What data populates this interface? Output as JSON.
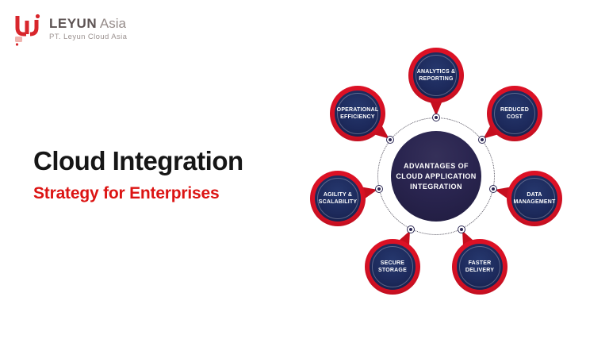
{
  "logo": {
    "brand": "LEYUN",
    "brand_suffix": " Asia",
    "subtitle": "PT. Leyun Cloud Asia"
  },
  "hero": {
    "title": "Cloud Integration",
    "subtitle": "Strategy for Enterprises"
  },
  "diagram": {
    "center": {
      "label": "ADVANTAGES OF\nCLOUD APPLICATION\nINTEGRATION"
    },
    "satellites": [
      {
        "label": "ANALYTICS &\nREPORTING"
      },
      {
        "label": "REDUCED\nCOST"
      },
      {
        "label": "DATA\nMANAGEMENT"
      },
      {
        "label": "FASTER\nDELIVERY"
      },
      {
        "label": "SECURE\nSTORAGE"
      },
      {
        "label": "AGILITY &\nSCALABILITY"
      },
      {
        "label": "OPERATIONAL\nEFFICIENCY"
      }
    ]
  },
  "colors": {
    "accent_red": "#d21120",
    "bubble_navy": "#1d2a5c",
    "center_navy": "#2a2550",
    "headline_red": "#dc1413"
  }
}
